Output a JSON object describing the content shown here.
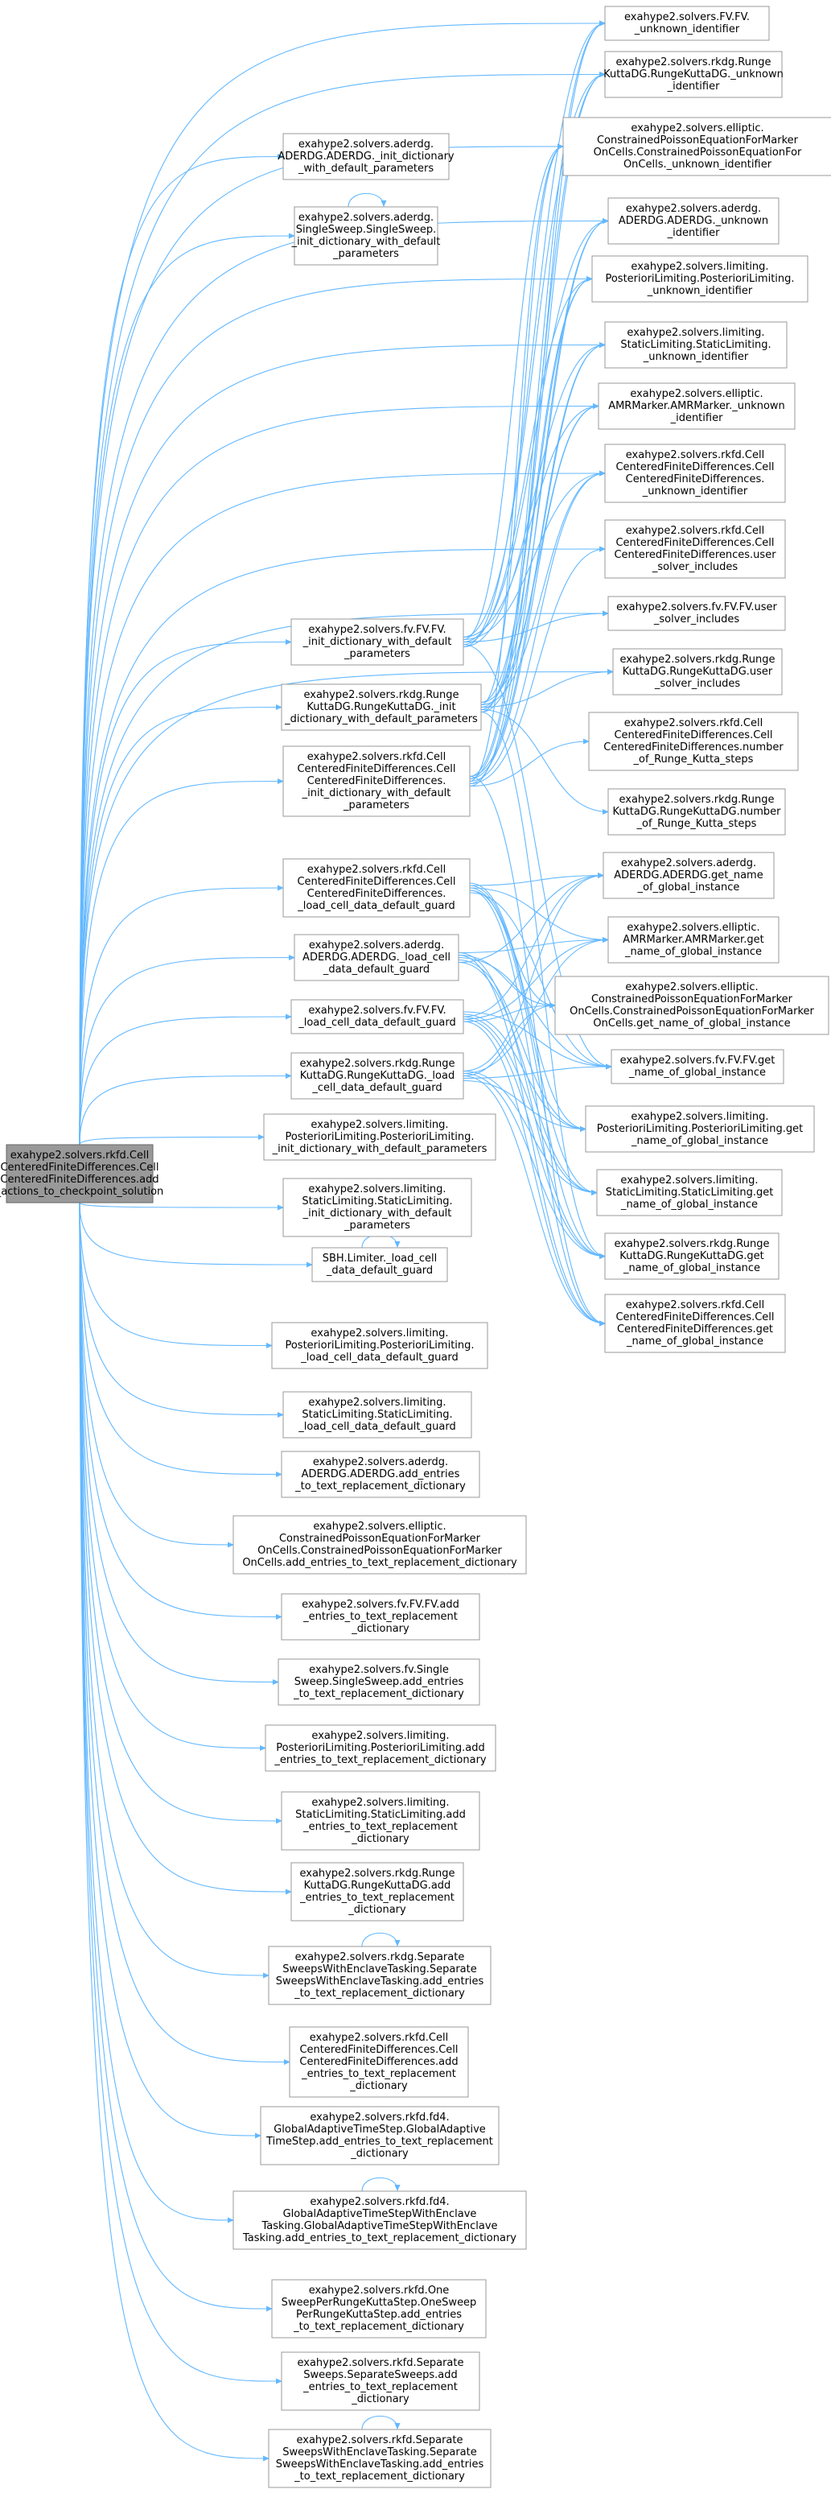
{
  "diagram": {
    "type": "call-graph",
    "root": "n0",
    "colors": {
      "edge": "#63b8ff",
      "node_fill": "#ffffff",
      "node_border": "#999999",
      "root_fill": "#999999",
      "text": "#000000"
    },
    "nodes": [
      {
        "id": "n0",
        "lines": [
          "exahype2.solvers.rkfd.Cell",
          "CenteredFiniteDifferences.Cell",
          "CenteredFiniteDifferences.add",
          "_actions_to_checkpoint_solution"
        ]
      },
      {
        "id": "a1",
        "lines": [
          "exahype2.solvers.aderdg.",
          "ADERDG.ADERDG._init_dictionary",
          "_with_default_parameters"
        ]
      },
      {
        "id": "a2",
        "lines": [
          "exahype2.solvers.aderdg.",
          "SingleSweep.SingleSweep.",
          "_init_dictionary_with_default",
          "_parameters"
        ]
      },
      {
        "id": "a3",
        "lines": [
          "exahype2.solvers.fv.FV.FV.",
          "_init_dictionary_with_default",
          "_parameters"
        ]
      },
      {
        "id": "a4",
        "lines": [
          "exahype2.solvers.rkdg.Runge",
          "KuttaDG.RungeKuttaDG._init",
          "_dictionary_with_default_parameters"
        ]
      },
      {
        "id": "a5",
        "lines": [
          "exahype2.solvers.rkfd.Cell",
          "CenteredFiniteDifferences.Cell",
          "CenteredFiniteDifferences.",
          "_init_dictionary_with_default",
          "_parameters"
        ]
      },
      {
        "id": "a6",
        "lines": [
          "exahype2.solvers.rkfd.Cell",
          "CenteredFiniteDifferences.Cell",
          "CenteredFiniteDifferences.",
          "_load_cell_data_default_guard"
        ]
      },
      {
        "id": "a7",
        "lines": [
          "exahype2.solvers.aderdg.",
          "ADERDG.ADERDG._load_cell",
          "_data_default_guard"
        ]
      },
      {
        "id": "a8",
        "lines": [
          "exahype2.solvers.fv.FV.FV.",
          "_load_cell_data_default_guard"
        ]
      },
      {
        "id": "a9",
        "lines": [
          "exahype2.solvers.rkdg.Runge",
          "KuttaDG.RungeKuttaDG._load",
          "_cell_data_default_guard"
        ]
      },
      {
        "id": "a10",
        "lines": [
          "exahype2.solvers.limiting.",
          "PosterioriLimiting.PosterioriLimiting.",
          "_init_dictionary_with_default_parameters"
        ]
      },
      {
        "id": "a11",
        "lines": [
          "exahype2.solvers.limiting.",
          "StaticLimiting.StaticLimiting.",
          "_init_dictionary_with_default",
          "_parameters"
        ]
      },
      {
        "id": "a12",
        "lines": [
          "SBH.Limiter._load_cell",
          "_data_default_guard"
        ]
      },
      {
        "id": "a13",
        "lines": [
          "exahype2.solvers.limiting.",
          "PosterioriLimiting.PosterioriLimiting.",
          "_load_cell_data_default_guard"
        ]
      },
      {
        "id": "a14",
        "lines": [
          "exahype2.solvers.limiting.",
          "StaticLimiting.StaticLimiting.",
          "_load_cell_data_default_guard"
        ]
      },
      {
        "id": "a15",
        "lines": [
          "exahype2.solvers.aderdg.",
          "ADERDG.ADERDG.add_entries",
          "_to_text_replacement_dictionary"
        ]
      },
      {
        "id": "a16",
        "lines": [
          "exahype2.solvers.elliptic.",
          "ConstrainedPoissonEquationForMarker",
          "OnCells.ConstrainedPoissonEquationForMarker",
          "OnCells.add_entries_to_text_replacement_dictionary"
        ]
      },
      {
        "id": "a17",
        "lines": [
          "exahype2.solvers.fv.FV.FV.add",
          "_entries_to_text_replacement",
          "_dictionary"
        ]
      },
      {
        "id": "a18",
        "lines": [
          "exahype2.solvers.fv.Single",
          "Sweep.SingleSweep.add_entries",
          "_to_text_replacement_dictionary"
        ]
      },
      {
        "id": "a19",
        "lines": [
          "exahype2.solvers.limiting.",
          "PosterioriLimiting.PosterioriLimiting.add",
          "_entries_to_text_replacement_dictionary"
        ]
      },
      {
        "id": "a20",
        "lines": [
          "exahype2.solvers.limiting.",
          "StaticLimiting.StaticLimiting.add",
          "_entries_to_text_replacement",
          "_dictionary"
        ]
      },
      {
        "id": "a21",
        "lines": [
          "exahype2.solvers.rkdg.Runge",
          "KuttaDG.RungeKuttaDG.add",
          "_entries_to_text_replacement",
          "_dictionary"
        ]
      },
      {
        "id": "a22",
        "lines": [
          "exahype2.solvers.rkdg.Separate",
          "SweepsWithEnclaveTasking.Separate",
          "SweepsWithEnclaveTasking.add_entries",
          "_to_text_replacement_dictionary"
        ]
      },
      {
        "id": "a23",
        "lines": [
          "exahype2.solvers.rkfd.Cell",
          "CenteredFiniteDifferences.Cell",
          "CenteredFiniteDifferences.add",
          "_entries_to_text_replacement",
          "_dictionary"
        ]
      },
      {
        "id": "a24",
        "lines": [
          "exahype2.solvers.rkfd.fd4.",
          "GlobalAdaptiveTimeStep.GlobalAdaptive",
          "TimeStep.add_entries_to_text_replacement",
          "_dictionary"
        ]
      },
      {
        "id": "a25",
        "lines": [
          "exahype2.solvers.rkfd.fd4.",
          "GlobalAdaptiveTimeStepWithEnclave",
          "Tasking.GlobalAdaptiveTimeStepWithEnclave",
          "Tasking.add_entries_to_text_replacement_dictionary"
        ]
      },
      {
        "id": "a26",
        "lines": [
          "exahype2.solvers.rkfd.One",
          "SweepPerRungeKuttaStep.OneSweep",
          "PerRungeKuttaStep.add_entries",
          "_to_text_replacement_dictionary"
        ]
      },
      {
        "id": "a27",
        "lines": [
          "exahype2.solvers.rkfd.Separate",
          "Sweeps.SeparateSweeps.add",
          "_entries_to_text_replacement",
          "_dictionary"
        ]
      },
      {
        "id": "a28",
        "lines": [
          "exahype2.solvers.rkfd.Separate",
          "SweepsWithEnclaveTasking.Separate",
          "SweepsWithEnclaveTasking.add_entries",
          "_to_text_replacement_dictionary"
        ]
      },
      {
        "id": "b1",
        "lines": [
          "exahype2.solvers.FV.FV.",
          "_unknown_identifier"
        ]
      },
      {
        "id": "b2",
        "lines": [
          "exahype2.solvers.rkdg.Runge",
          "KuttaDG.RungeKuttaDG._unknown",
          "_identifier"
        ]
      },
      {
        "id": "b3",
        "lines": [
          "exahype2.solvers.elliptic.",
          "ConstrainedPoissonEquationForMarker",
          "OnCells.ConstrainedPoissonEquationFor",
          "OnCells._unknown_identifier"
        ]
      },
      {
        "id": "b4",
        "lines": [
          "exahype2.solvers.aderdg.",
          "ADERDG.ADERDG._unknown",
          "_identifier"
        ]
      },
      {
        "id": "b5",
        "lines": [
          "exahype2.solvers.limiting.",
          "PosterioriLimiting.PosterioriLimiting.",
          "_unknown_identifier"
        ]
      },
      {
        "id": "b6",
        "lines": [
          "exahype2.solvers.limiting.",
          "StaticLimiting.StaticLimiting.",
          "_unknown_identifier"
        ]
      },
      {
        "id": "b7",
        "lines": [
          "exahype2.solvers.elliptic.",
          "AMRMarker.AMRMarker._unknown",
          "_identifier"
        ]
      },
      {
        "id": "b8",
        "lines": [
          "exahype2.solvers.rkfd.Cell",
          "CenteredFiniteDifferences.Cell",
          "CenteredFiniteDifferences.",
          "_unknown_identifier"
        ]
      },
      {
        "id": "b9",
        "lines": [
          "exahype2.solvers.rkfd.Cell",
          "CenteredFiniteDifferences.Cell",
          "CenteredFiniteDifferences.user",
          "_solver_includes"
        ]
      },
      {
        "id": "b10",
        "lines": [
          "exahype2.solvers.fv.FV.FV.user",
          "_solver_includes"
        ]
      },
      {
        "id": "b11",
        "lines": [
          "exahype2.solvers.rkdg.Runge",
          "KuttaDG.RungeKuttaDG.user",
          "_solver_includes"
        ]
      },
      {
        "id": "b12",
        "lines": [
          "exahype2.solvers.rkfd.Cell",
          "CenteredFiniteDifferences.Cell",
          "CenteredFiniteDifferences.number",
          "_of_Runge_Kutta_steps"
        ]
      },
      {
        "id": "b13",
        "lines": [
          "exahype2.solvers.rkdg.Runge",
          "KuttaDG.RungeKuttaDG.number",
          "_of_Runge_Kutta_steps"
        ]
      },
      {
        "id": "b14",
        "lines": [
          "exahype2.solvers.aderdg.",
          "ADERDG.ADERDG.get_name",
          "_of_global_instance"
        ]
      },
      {
        "id": "b15",
        "lines": [
          "exahype2.solvers.elliptic.",
          "AMRMarker.AMRMarker.get",
          "_name_of_global_instance"
        ]
      },
      {
        "id": "b16",
        "lines": [
          "exahype2.solvers.elliptic.",
          "ConstrainedPoissonEquationForMarker",
          "OnCells.ConstrainedPoissonEquationForMarker",
          "OnCells.get_name_of_global_instance"
        ]
      },
      {
        "id": "b17",
        "lines": [
          "exahype2.solvers.fv.FV.FV.get",
          "_name_of_global_instance"
        ]
      },
      {
        "id": "b18",
        "lines": [
          "exahype2.solvers.limiting.",
          "PosterioriLimiting.PosterioriLimiting.get",
          "_name_of_global_instance"
        ]
      },
      {
        "id": "b19",
        "lines": [
          "exahype2.solvers.limiting.",
          "StaticLimiting.StaticLimiting.get",
          "_name_of_global_instance"
        ]
      },
      {
        "id": "b20",
        "lines": [
          "exahype2.solvers.rkdg.Runge",
          "KuttaDG.RungeKuttaDG.get",
          "_name_of_global_instance"
        ]
      },
      {
        "id": "b21",
        "lines": [
          "exahype2.solvers.rkfd.Cell",
          "CenteredFiniteDifferences.Cell",
          "CenteredFiniteDifferences.get",
          "_name_of_global_instance"
        ]
      }
    ],
    "edges": [
      [
        "n0",
        "a1"
      ],
      [
        "n0",
        "a2"
      ],
      [
        "n0",
        "a3"
      ],
      [
        "n0",
        "a4"
      ],
      [
        "n0",
        "a5"
      ],
      [
        "n0",
        "a6"
      ],
      [
        "n0",
        "a7"
      ],
      [
        "n0",
        "a8"
      ],
      [
        "n0",
        "a9"
      ],
      [
        "n0",
        "a10"
      ],
      [
        "n0",
        "a11"
      ],
      [
        "n0",
        "a12"
      ],
      [
        "n0",
        "a13"
      ],
      [
        "n0",
        "a14"
      ],
      [
        "n0",
        "a15"
      ],
      [
        "n0",
        "a16"
      ],
      [
        "n0",
        "a17"
      ],
      [
        "n0",
        "a18"
      ],
      [
        "n0",
        "a19"
      ],
      [
        "n0",
        "a20"
      ],
      [
        "n0",
        "a21"
      ],
      [
        "n0",
        "a22"
      ],
      [
        "n0",
        "a23"
      ],
      [
        "n0",
        "a24"
      ],
      [
        "n0",
        "a25"
      ],
      [
        "n0",
        "a26"
      ],
      [
        "n0",
        "a27"
      ],
      [
        "n0",
        "a28"
      ],
      [
        "n0",
        "b1"
      ],
      [
        "n0",
        "b2"
      ],
      [
        "n0",
        "b3"
      ],
      [
        "n0",
        "b4"
      ],
      [
        "n0",
        "b5"
      ],
      [
        "n0",
        "b6"
      ],
      [
        "n0",
        "b7"
      ],
      [
        "n0",
        "b8"
      ],
      [
        "n0",
        "b9"
      ],
      [
        "n0",
        "b10"
      ],
      [
        "n0",
        "b11"
      ],
      [
        "a2",
        "a2"
      ],
      [
        "a12",
        "a12"
      ],
      [
        "a22",
        "a22"
      ],
      [
        "a25",
        "a25"
      ],
      [
        "a28",
        "a28"
      ],
      [
        "a3",
        "b1"
      ],
      [
        "a3",
        "b2"
      ],
      [
        "a3",
        "b3"
      ],
      [
        "a3",
        "b4"
      ],
      [
        "a3",
        "b5"
      ],
      [
        "a3",
        "b6"
      ],
      [
        "a3",
        "b7"
      ],
      [
        "a3",
        "b8"
      ],
      [
        "a3",
        "b10"
      ],
      [
        "a3",
        "b17"
      ],
      [
        "a4",
        "b1"
      ],
      [
        "a4",
        "b2"
      ],
      [
        "a4",
        "b3"
      ],
      [
        "a4",
        "b4"
      ],
      [
        "a4",
        "b5"
      ],
      [
        "a4",
        "b6"
      ],
      [
        "a4",
        "b7"
      ],
      [
        "a4",
        "b8"
      ],
      [
        "a4",
        "b11"
      ],
      [
        "a4",
        "b13"
      ],
      [
        "a4",
        "b20"
      ],
      [
        "a5",
        "b1"
      ],
      [
        "a5",
        "b2"
      ],
      [
        "a5",
        "b3"
      ],
      [
        "a5",
        "b4"
      ],
      [
        "a5",
        "b5"
      ],
      [
        "a5",
        "b6"
      ],
      [
        "a5",
        "b7"
      ],
      [
        "a5",
        "b8"
      ],
      [
        "a5",
        "b9"
      ],
      [
        "a5",
        "b12"
      ],
      [
        "a5",
        "b21"
      ],
      [
        "a6",
        "b14"
      ],
      [
        "a6",
        "b15"
      ],
      [
        "a6",
        "b16"
      ],
      [
        "a6",
        "b17"
      ],
      [
        "a6",
        "b18"
      ],
      [
        "a6",
        "b19"
      ],
      [
        "a6",
        "b20"
      ],
      [
        "a6",
        "b21"
      ],
      [
        "a7",
        "b14"
      ],
      [
        "a7",
        "b15"
      ],
      [
        "a7",
        "b16"
      ],
      [
        "a7",
        "b17"
      ],
      [
        "a7",
        "b18"
      ],
      [
        "a7",
        "b19"
      ],
      [
        "a7",
        "b20"
      ],
      [
        "a7",
        "b21"
      ],
      [
        "a8",
        "b14"
      ],
      [
        "a8",
        "b15"
      ],
      [
        "a8",
        "b16"
      ],
      [
        "a8",
        "b17"
      ],
      [
        "a8",
        "b18"
      ],
      [
        "a8",
        "b19"
      ],
      [
        "a8",
        "b20"
      ],
      [
        "a8",
        "b21"
      ],
      [
        "a9",
        "b14"
      ],
      [
        "a9",
        "b15"
      ],
      [
        "a9",
        "b16"
      ],
      [
        "a9",
        "b17"
      ],
      [
        "a9",
        "b18"
      ],
      [
        "a9",
        "b19"
      ],
      [
        "a9",
        "b20"
      ],
      [
        "a9",
        "b21"
      ]
    ]
  }
}
